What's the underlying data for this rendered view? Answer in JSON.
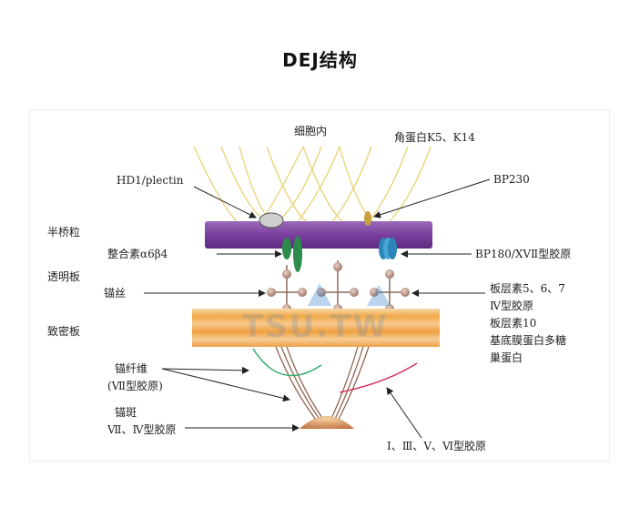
{
  "page": {
    "title": "DEJ结构"
  },
  "diagram": {
    "labels": {
      "intracellular": "细胞内",
      "keratin": "角蛋白K5、K14",
      "hd1": "HD1/plectin",
      "bp230": "BP230",
      "hemidesmosome": "半桥粒",
      "integrin": "整合素α6β4",
      "bp180": "BP180/XVⅡ型胶原",
      "lamina_lucida": "透明板",
      "anchoring_filament": "锚丝",
      "laminin_lines": [
        "板层素5、6、7",
        "Ⅳ型胶原",
        "板层素10",
        "基底膜蛋白多糖",
        "巢蛋白"
      ],
      "lamina_densa": "致密板",
      "anchoring_fibril_lines": [
        "锚纤维",
        "(Ⅶ型胶原)"
      ],
      "anchoring_plaque_lines": [
        "锚斑",
        "Ⅶ、Ⅳ型胶原"
      ],
      "collagens": "Ⅰ、Ⅲ、Ⅴ、Ⅵ型胶原"
    },
    "watermark": "TSU.TW",
    "colors": {
      "keratin": "#e8cf6a",
      "hemidesmosome_bar": "#7a3f9e",
      "integrin": "#2e8a4a",
      "bp180": "#2a86b8",
      "lamina_densa": "#f2b35a",
      "filament_node": "#b08a7a",
      "fibril": "#8a5a45",
      "plaque": "#d09060",
      "green_fiber": "#2ca86a",
      "pink_fiber": "#d0305a"
    }
  }
}
